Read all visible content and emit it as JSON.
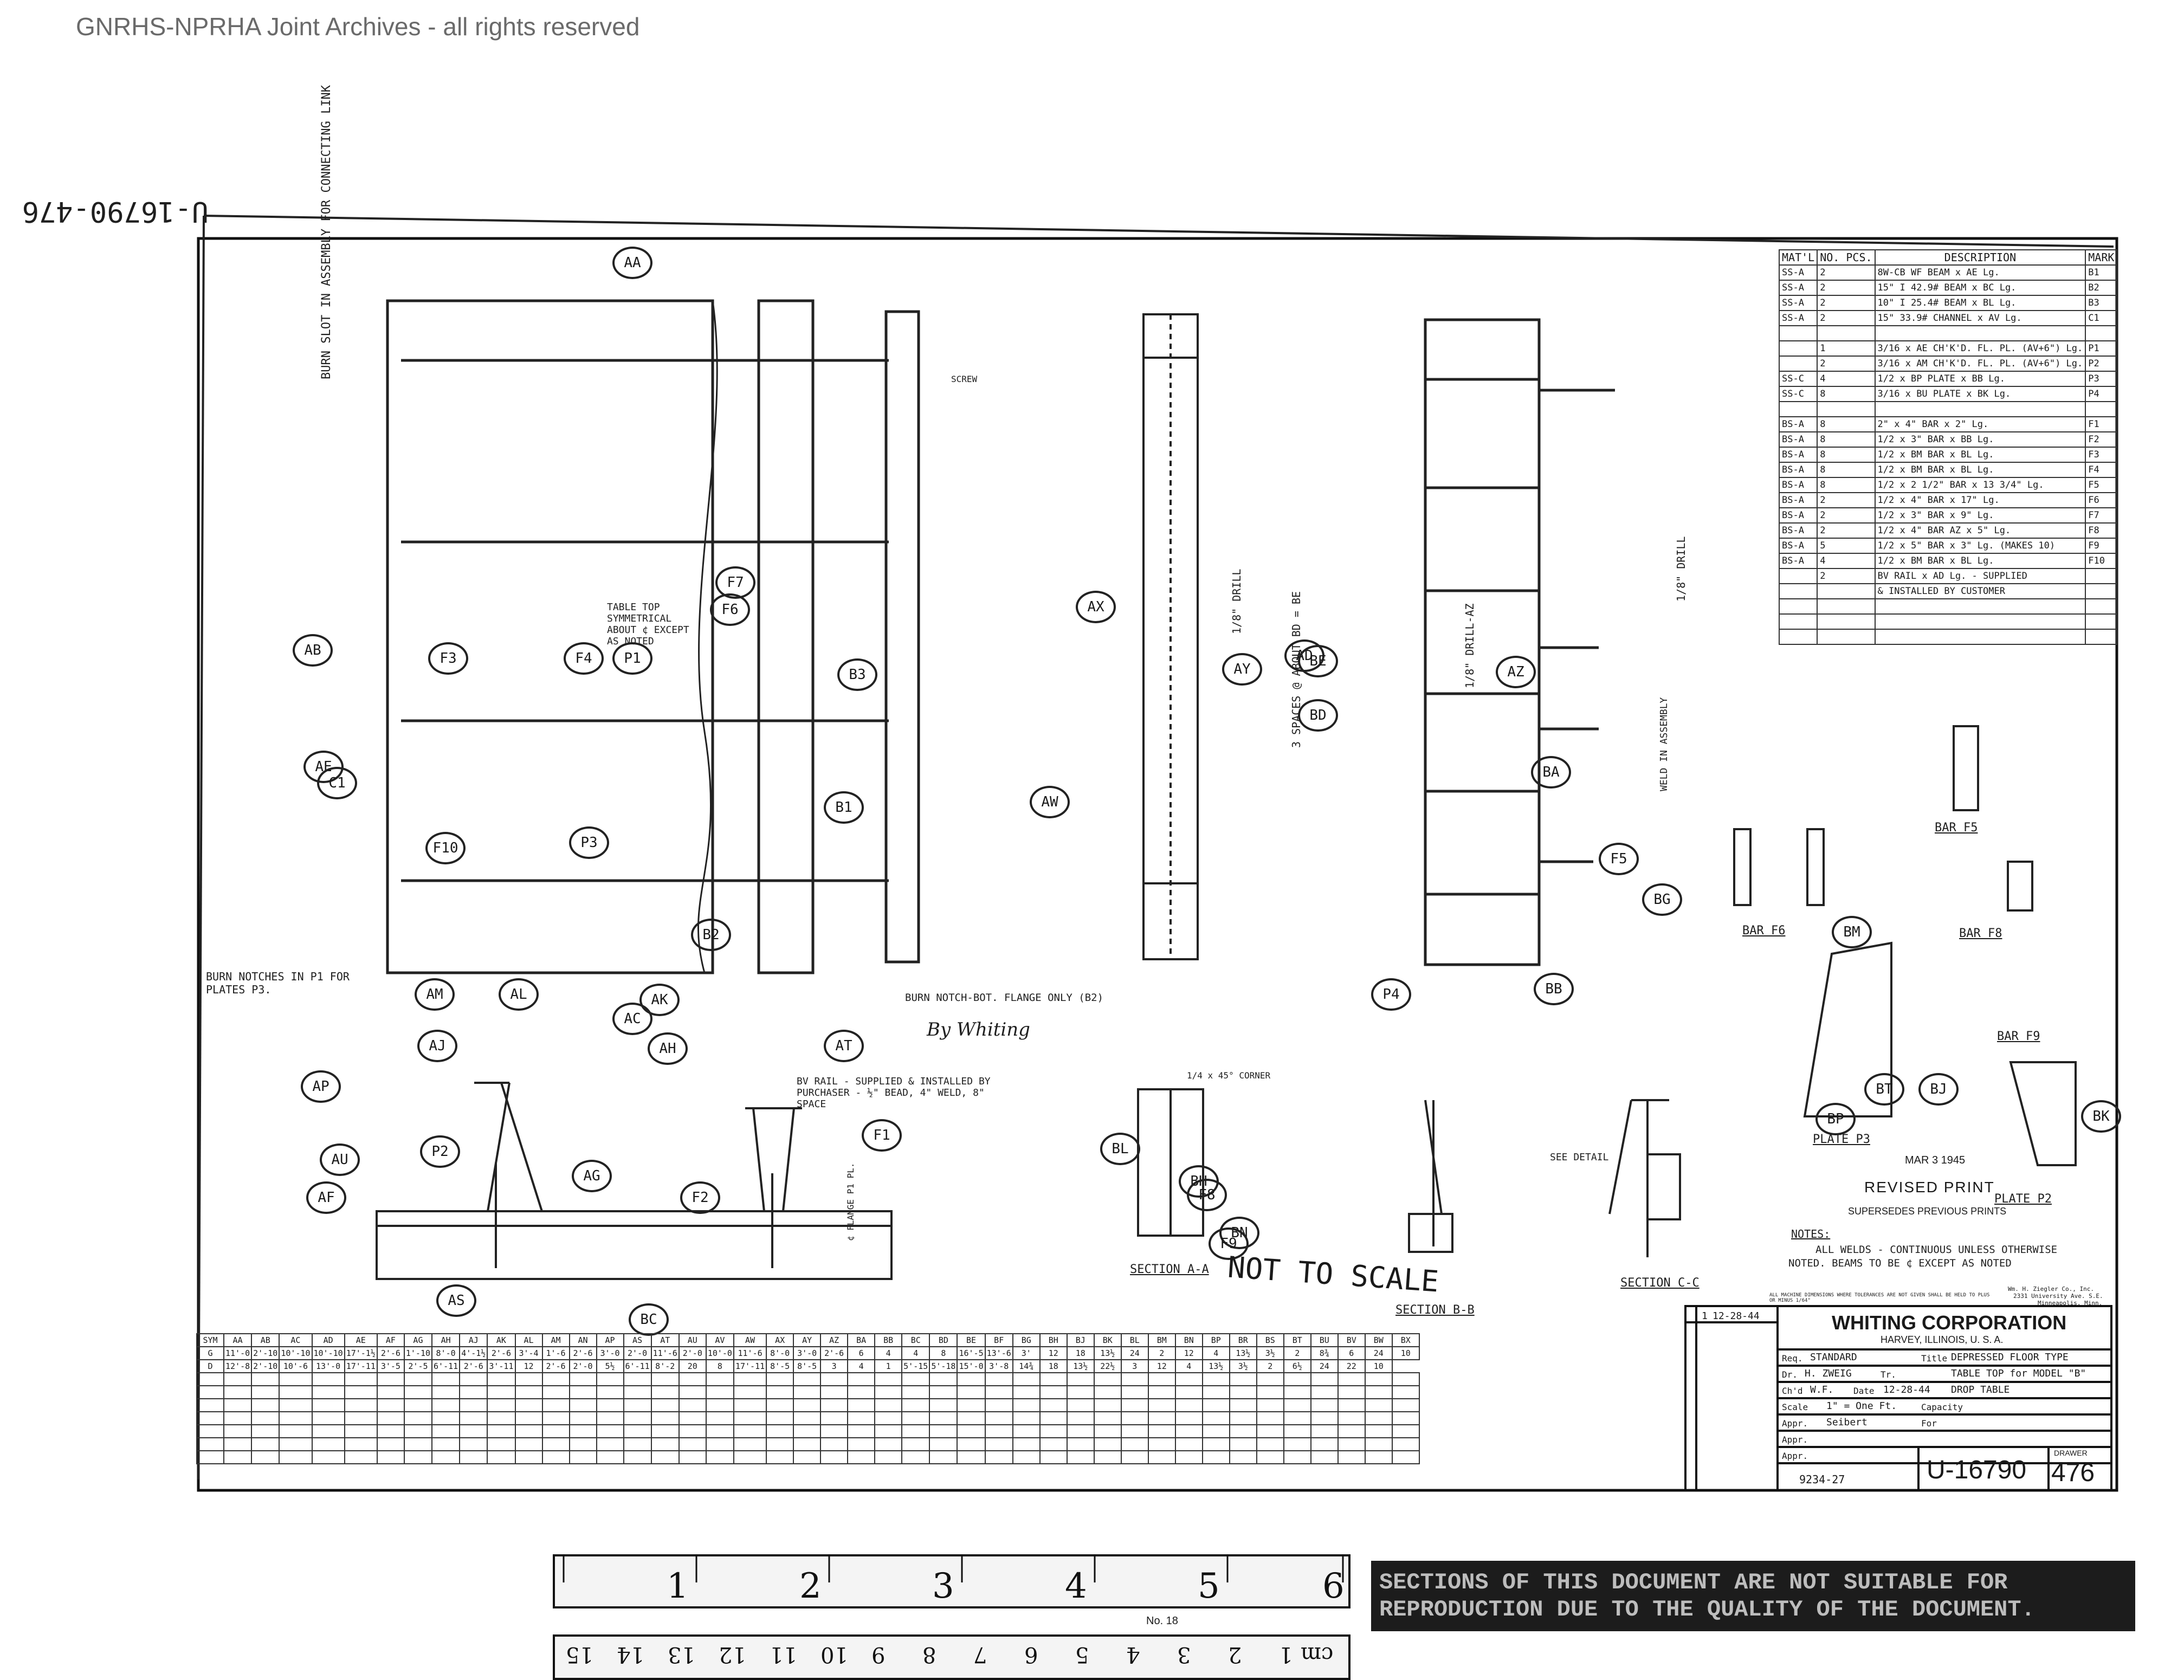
{
  "header": {
    "archive_notice": "GNRHS-NPRHA Joint Archives - all rights reserved"
  },
  "drawing": {
    "rotated_number": "U-16790-476",
    "not_to_scale": "NOT TO SCALE",
    "dimension_labels": [
      "AA",
      "AC",
      "AH",
      "AJ",
      "AT",
      "AE",
      "AB",
      "AU",
      "AW",
      "AX",
      "AY",
      "AZ",
      "AD",
      "AF",
      "AG",
      "AL",
      "AM",
      "AK",
      "AP",
      "AS",
      "BA",
      "BB",
      "BC",
      "BD",
      "BE",
      "BG",
      "BH",
      "BJ",
      "BK",
      "BL",
      "BM",
      "BN",
      "BP",
      "BT"
    ],
    "part_callouts": [
      "F1",
      "F2",
      "F3",
      "F4",
      "F5",
      "F6",
      "F7",
      "F8",
      "F9",
      "F10",
      "B1",
      "B2",
      "B3",
      "C1",
      "P1",
      "P2",
      "P3",
      "P4"
    ],
    "notes": {
      "burn_slot": "BURN SLOT IN ASSEMBLY FOR CONNECTING LINK",
      "table_top": "TABLE TOP SYMMETRICAL ABOUT ¢ EXCEPT AS NOTED",
      "burn_notches": "BURN NOTCHES IN P1 FOR PLATES P3.",
      "burn_notch_flange": "BURN NOTCH-BOT. FLANGE ONLY (B2)",
      "rail_note": "BV RAIL - SUPPLIED & INSTALLED BY PURCHASER - ½\" BEAD, 4\" WELD, 8\" SPACE",
      "signature": "By Whiting",
      "see_detail": "SEE DETAIL",
      "weld_in_assembly": "WELD IN ASSEMBLY",
      "drill_1": "1/8\" DRILL",
      "drill_2": "1/8\" DRILL",
      "drill_3": "1/8\" DRILL-AZ",
      "screw": "SCREW",
      "corner": "1/4 x 45° CORNER",
      "flange_p1": "¢ FLANGE P1 PL.",
      "spaces": "3 SPACES @ ABOUT BD = BE"
    },
    "sections": {
      "aa": "SECTION A-A",
      "bb": "SECTION B-B",
      "cc": "SECTION C-C"
    },
    "details": {
      "bar_f5": "BAR F5",
      "bar_f6": "BAR F6",
      "bar_f8": "BAR F8",
      "bar_f9": "BAR F9",
      "plate_p3": "PLATE P3",
      "plate_p2": "PLATE P2"
    },
    "stamps": {
      "date": "MAR 3 1945",
      "revised": "REVISED PRINT",
      "supersedes": "SUPERSEDES PREVIOUS PRINTS"
    },
    "general_notes": {
      "heading": "NOTES:",
      "line1": "ALL WELDS - CONTINUOUS UNLESS OTHERWISE",
      "line2": "NOTED. BEAMS TO BE ¢ EXCEPT AS NOTED"
    }
  },
  "bill_of_materials": {
    "headers": [
      "MAT'L",
      "NO. PCS.",
      "DESCRIPTION",
      "MARK"
    ],
    "rows": [
      [
        "SS-A",
        "2",
        "8W-CB WF BEAM x AE Lg.",
        "B1"
      ],
      [
        "SS-A",
        "2",
        "15\" I 42.9# BEAM x BC Lg.",
        "B2"
      ],
      [
        "SS-A",
        "2",
        "10\" I 25.4# BEAM x BL Lg.",
        "B3"
      ],
      [
        "SS-A",
        "2",
        "15\" 33.9# CHANNEL x AV Lg.",
        "C1"
      ],
      [
        "",
        "",
        "",
        ""
      ],
      [
        "",
        "1",
        "3/16 x AE CH'K'D. FL. PL. (AV+6\") Lg.",
        "P1"
      ],
      [
        "",
        "2",
        "3/16 x AM CH'K'D. FL. PL. (AV+6\") Lg.",
        "P2"
      ],
      [
        "SS-C",
        "4",
        "1/2 x BP PLATE x BB Lg.",
        "P3"
      ],
      [
        "SS-C",
        "8",
        "3/16 x BU PLATE x BK Lg.",
        "P4"
      ],
      [
        "",
        "",
        "",
        ""
      ],
      [
        "BS-A",
        "8",
        "2\" x 4\" BAR x 2\" Lg.",
        "F1"
      ],
      [
        "BS-A",
        "8",
        "1/2 x 3\" BAR x BB Lg.",
        "F2"
      ],
      [
        "BS-A",
        "8",
        "1/2 x BM BAR x BL Lg.",
        "F3"
      ],
      [
        "BS-A",
        "8",
        "1/2 x BM BAR x BL Lg.",
        "F4"
      ],
      [
        "BS-A",
        "8",
        "1/2 x 2 1/2\" BAR x 13 3/4\" Lg.",
        "F5"
      ],
      [
        "BS-A",
        "2",
        "1/2 x 4\" BAR x 17\" Lg.",
        "F6"
      ],
      [
        "BS-A",
        "2",
        "1/2 x 3\" BAR x 9\" Lg.",
        "F7"
      ],
      [
        "BS-A",
        "2",
        "1/2 x 4\" BAR AZ x 5\" Lg.",
        "F8"
      ],
      [
        "BS-A",
        "5",
        "1/2 x 5\" BAR x 3\" Lg. (MAKES 10)",
        "F9"
      ],
      [
        "BS-A",
        "4",
        "1/2 x BM BAR x BL Lg.",
        "F10"
      ],
      [
        "",
        "2",
        "BV RAIL x AD Lg. - SUPPLIED",
        ""
      ],
      [
        "",
        "",
        "& INSTALLED BY CUSTOMER",
        ""
      ],
      [
        "",
        "",
        "",
        ""
      ],
      [
        "",
        "",
        "",
        ""
      ],
      [
        "",
        "",
        "",
        ""
      ]
    ]
  },
  "dimension_table": {
    "header": [
      "SYM",
      "AA",
      "AB",
      "AC",
      "AD",
      "AE",
      "AF",
      "AG",
      "AH",
      "AJ",
      "AK",
      "AL",
      "AM",
      "AN",
      "AP",
      "AS",
      "AT",
      "AU",
      "AV",
      "AW",
      "AX",
      "AY",
      "AZ",
      "BA",
      "BB",
      "BC",
      "BD",
      "BE",
      "BF",
      "BG",
      "BH",
      "BJ",
      "BK",
      "BL",
      "BM",
      "BN",
      "BP",
      "BR",
      "BS",
      "BT",
      "BU",
      "BV",
      "BW",
      "BX"
    ],
    "row_g": [
      "G",
      "11'-0",
      "2'-10",
      "10'-10",
      "10'-10",
      "17'-1½",
      "2'-6",
      "1'-10",
      "8'-0",
      "4'-1½",
      "2'-6",
      "3'-4",
      "1'-6",
      "2'-6",
      "3'-0",
      "2'-0",
      "11'-6",
      "2'-0",
      "10'-0",
      "11'-6",
      "8'-0",
      "3'-0",
      "2'-6",
      "6",
      "4",
      "4",
      "8",
      "16'-5",
      "13'-6",
      "3'",
      "12",
      "18",
      "13½",
      "24",
      "2",
      "12",
      "4",
      "13½",
      "3½",
      "2",
      "8¾",
      "6",
      "24",
      "10"
    ],
    "row_d": [
      "D",
      "12'-8",
      "2'-10",
      "10'-6",
      "13'-0",
      "17'-11",
      "3'-5",
      "2'-5",
      "6'-11",
      "2'-6",
      "3'-11",
      "12",
      "2'-6",
      "2'-0",
      "5½",
      "6'-11",
      "8'-2",
      "20",
      "8",
      "17'-11",
      "8'-5",
      "8'-5",
      "3",
      "4",
      "1",
      "5'-15",
      "5'-18",
      "15'-0",
      "3'-8",
      "14¾",
      "18",
      "13½",
      "22½",
      "3",
      "12",
      "4",
      "13½",
      "3½",
      "2",
      "6½",
      "24",
      "22",
      "10"
    ]
  },
  "title_block": {
    "rev_no": "1",
    "rev_date": "12-28-44",
    "company": "WHITING CORPORATION",
    "address": "HARVEY, ILLINOIS, U. S. A.",
    "req": "STANDARD",
    "title_line1": "DEPRESSED FLOOR TYPE",
    "title_line2": "TABLE TOP for MODEL \"B\"",
    "title_line3": "DROP TABLE",
    "drawn_by": "H. ZWEIG",
    "checked_by": "W.F.",
    "date": "12-28-44",
    "scale": "1\" = One Ft.",
    "approved": "Seibert",
    "drawing_no": "U-16790",
    "sheet_no": "476",
    "drawer_label": "DRAWER",
    "job_no": "9234-27",
    "printer_line1": "Wm. H. Ziegler Co., Inc.",
    "printer_line2": "2331 University Ave. S.E.",
    "printer_line3": "Minneapolis, Minn.",
    "legal": "ALL MACHINE DIMENSIONS WHERE TOLERANCES ARE NOT GIVEN SHALL BE HELD TO PLUS OR MINUS 1/64\"",
    "labels": {
      "req": "Req.",
      "title": "Title",
      "dr": "Dr.",
      "tr": "Tr.",
      "chd": "Ch'd",
      "date": "Date",
      "scale": "Scale",
      "capacity": "Capacity",
      "appr": "Appr.",
      "for": "For"
    }
  },
  "scale_bar": {
    "inches": [
      "1",
      "2",
      "3",
      "4",
      "5",
      "6"
    ],
    "cm": [
      "1",
      "2",
      "3",
      "4",
      "5",
      "6",
      "7",
      "8",
      "9",
      "10",
      "11",
      "12",
      "13",
      "14",
      "15"
    ],
    "cm_label": "cm",
    "model_no": "No. 18"
  },
  "disclaimer": "SECTIONS OF THIS DOCUMENT ARE NOT SUITABLE FOR REPRODUCTION DUE TO THE QUALITY OF THE DOCUMENT."
}
